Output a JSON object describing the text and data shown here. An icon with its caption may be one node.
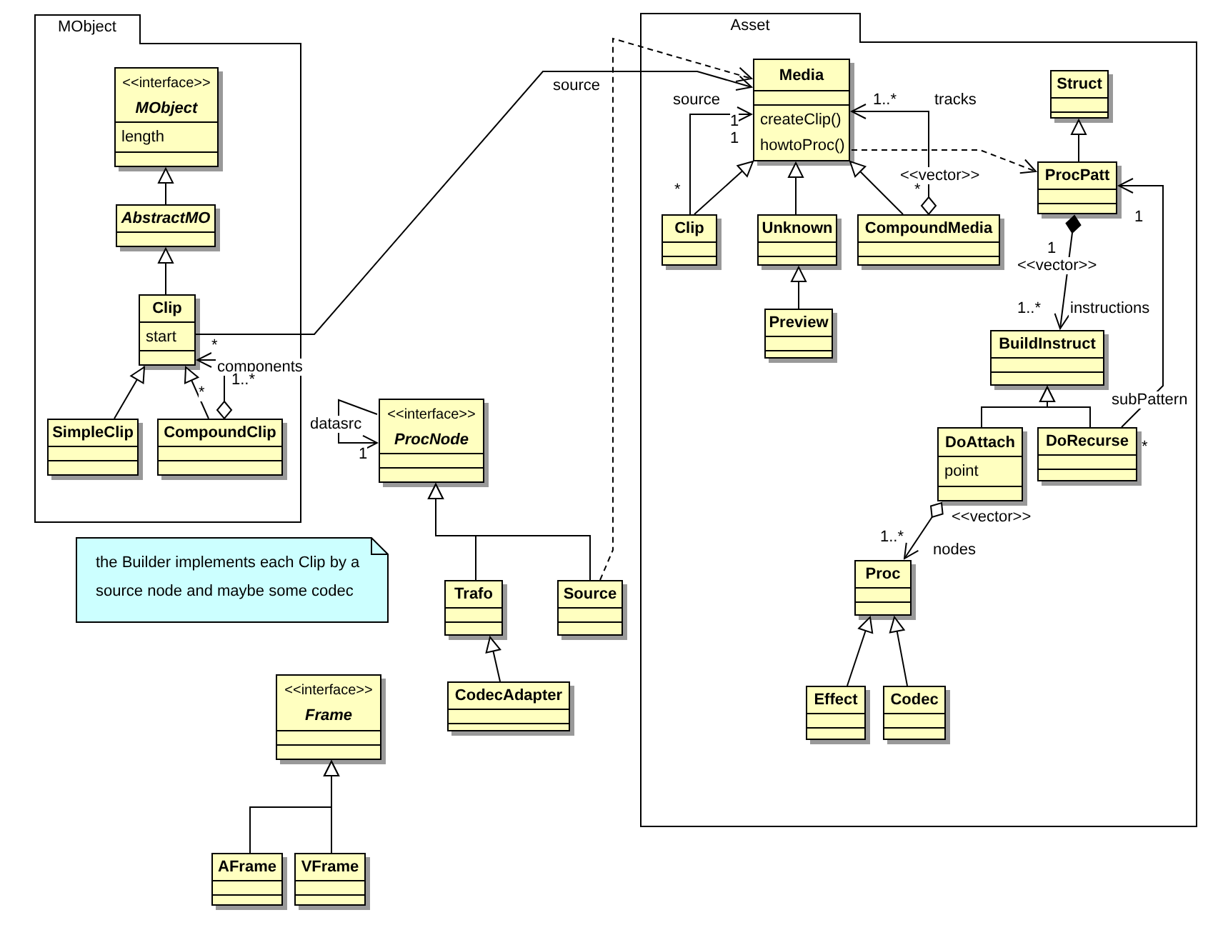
{
  "diagram": {
    "nodes": [
      {
        "text": [
          "MObject"
        ]
      },
      {
        "text": [
          "<<interface>>",
          "MObject",
          "length"
        ],
        "in": 0
      },
      {
        "text": [
          "AbstractMO"
        ],
        "in": 0
      },
      {
        "text": [
          "Clip",
          "start"
        ],
        "in": 0
      },
      {
        "text": [
          "SimpleClip"
        ],
        "in": 0
      },
      {
        "text": [
          "CompoundClip"
        ],
        "in": 0
      },
      {
        "text": [
          "Asset"
        ]
      },
      {
        "text": [
          "Media",
          "createClip()",
          "howtoProc()"
        ],
        "in": 6
      },
      {
        "text": [
          "Clip"
        ],
        "in": 6
      },
      {
        "text": [
          "Unknown"
        ],
        "in": 6
      },
      {
        "text": [
          "CompoundMedia"
        ],
        "in": 6
      },
      {
        "text": [
          "Preview"
        ],
        "in": 6
      },
      {
        "text": [
          "Struct"
        ],
        "in": 6
      },
      {
        "text": [
          "ProcPatt"
        ],
        "in": 6
      },
      {
        "text": [
          "BuildInstruct"
        ],
        "in": 6
      },
      {
        "text": [
          "DoAttach",
          "point"
        ],
        "in": 6
      },
      {
        "text": [
          "DoRecurse"
        ],
        "in": 6
      },
      {
        "text": [
          "Proc"
        ],
        "in": 6
      },
      {
        "text": [
          "Effect"
        ],
        "in": 6
      },
      {
        "text": [
          "Codec"
        ],
        "in": 6
      },
      {
        "text": [
          "<<interface>>",
          "ProcNode"
        ]
      },
      {
        "text": [
          "Trafo"
        ]
      },
      {
        "text": [
          "Source"
        ]
      },
      {
        "text": [
          "CodecAdapter"
        ]
      },
      {
        "text": [
          "the Builder implements each Clip by a source node and maybe some codec"
        ]
      },
      {
        "text": [
          "<<interface>>",
          "Frame"
        ]
      },
      {
        "text": [
          "AFrame"
        ]
      },
      {
        "text": [
          "VFrame"
        ]
      }
    ],
    "edges": [
      {
        "from": 2,
        "to": 1,
        "arrow": "to"
      },
      {
        "from": 3,
        "to": 2,
        "arrow": "to"
      },
      {
        "from": 4,
        "to": 3,
        "arrow": "to"
      },
      {
        "from": 5,
        "to": 3,
        "arrow": "to"
      },
      {
        "from": 5,
        "to": 3,
        "arrow": "to",
        "label": "components"
      },
      {
        "from": 3,
        "to": 7,
        "arrow": "to",
        "label": "source"
      },
      {
        "from": 22,
        "to": 7,
        "arrow": "to",
        "style": "dashed"
      },
      {
        "from": 8,
        "to": 7,
        "arrow": "to"
      },
      {
        "from": 8,
        "to": 7,
        "arrow": "to",
        "label": "source"
      },
      {
        "from": 9,
        "to": 7,
        "arrow": "to"
      },
      {
        "from": 10,
        "to": 7,
        "arrow": "to"
      },
      {
        "from": 11,
        "to": 9,
        "arrow": "to"
      },
      {
        "from": 10,
        "to": 7,
        "arrow": "to",
        "label": "tracks"
      },
      {
        "from": 7,
        "to": 13,
        "arrow": "to",
        "style": "dashed"
      },
      {
        "from": 13,
        "to": 12,
        "arrow": "to"
      },
      {
        "from": 13,
        "to": 14,
        "arrow": "to",
        "label": "instructions"
      },
      {
        "from": 15,
        "to": 14,
        "arrow": "to"
      },
      {
        "from": 16,
        "to": 14,
        "arrow": "to"
      },
      {
        "from": 16,
        "to": 13,
        "arrow": "to",
        "label": "subPattern"
      },
      {
        "from": 15,
        "to": 17,
        "arrow": "to",
        "label": "nodes"
      },
      {
        "from": 18,
        "to": 17,
        "arrow": "to"
      },
      {
        "from": 19,
        "to": 17,
        "arrow": "to"
      },
      {
        "from": 20,
        "to": 20,
        "arrow": "to",
        "label": "datasrc"
      },
      {
        "from": 21,
        "to": 20,
        "arrow": "to"
      },
      {
        "from": 22,
        "to": 20,
        "arrow": "to"
      },
      {
        "from": 23,
        "to": 21,
        "arrow": "to"
      },
      {
        "from": 26,
        "to": 25,
        "arrow": "to"
      },
      {
        "from": 27,
        "to": 25,
        "arrow": "to"
      }
    ],
    "labels": [
      "*",
      "1..*",
      "*",
      "1",
      "1",
      "1",
      "*",
      "1..*",
      "<<vector>>",
      "*",
      "1",
      "<<vector>>",
      "1..*",
      "1",
      "*",
      "<<vector>>",
      "1..*"
    ]
  }
}
